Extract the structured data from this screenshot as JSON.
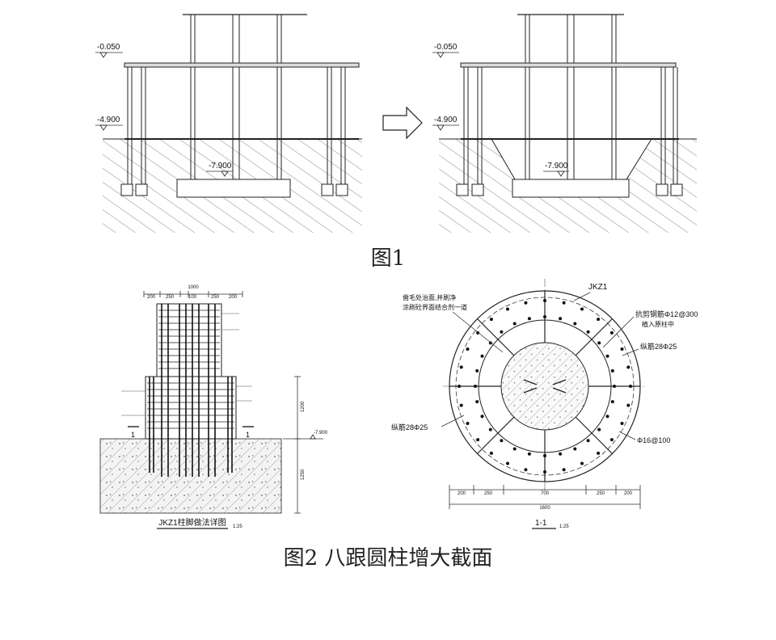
{
  "figure1": {
    "caption": "图1",
    "left": {
      "level_top": "-0.050",
      "level_mid": "-4.900",
      "level_bottom": "-7.900"
    },
    "right": {
      "level_top": "-0.050",
      "level_mid": "-4.900",
      "level_bottom": "-7.900"
    }
  },
  "figure2": {
    "caption": "图2  八跟圆柱增大截面",
    "detail": {
      "title": "JKZ1柱脚做法详图",
      "scale": "1:25",
      "dims_top": [
        "200",
        "250",
        "100",
        "250",
        "200"
      ],
      "total_width": "1000",
      "dims_side": [
        "1200",
        "1250"
      ],
      "level": "-7.900",
      "section_mark": "1"
    },
    "section": {
      "label_column": "JKZ1",
      "note_roughen_1": "凿毛处治面,并刷净",
      "note_roughen_2": "涂刷砼界面结合剂一道",
      "note_anchor_1": "抗剪钢筋Φ12@300",
      "note_anchor_2": "植入原柱中",
      "note_bars_right": "纵筋28Φ25",
      "note_bars_left": "纵筋28Φ25",
      "note_stirrup": "Φ16@100",
      "dims_bottom": [
        "200",
        "250",
        "700",
        "250",
        "200"
      ],
      "total_width": "1600",
      "title": "1-1",
      "scale": "1:25"
    }
  }
}
